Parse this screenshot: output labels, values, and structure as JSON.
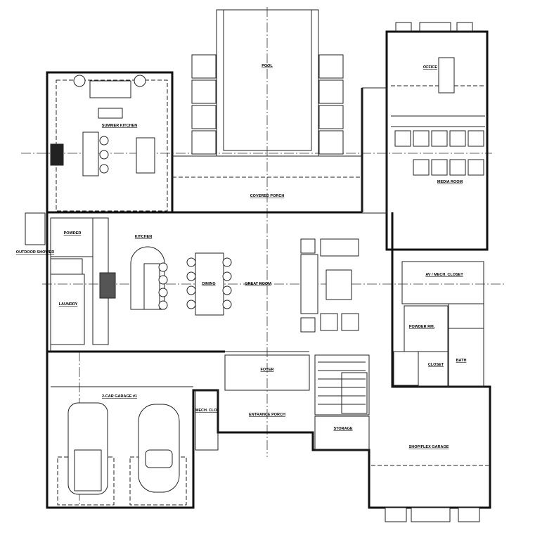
{
  "rooms": {
    "summer_kitchen": "SUMMER KITCHEN",
    "pool": "POOL",
    "covered_porch": "COVERED PORCH",
    "office": "OFFICE",
    "media_room": "MEDIA ROOM",
    "powder": "POWDER",
    "laundry": "LAUNDRY",
    "kitchen": "KITCHEN",
    "dining": "DINING",
    "great_room": "GREAT ROOM",
    "av_closet": "AV / MECH. CLOSET",
    "powder_rm": "POWDER RM.",
    "closet": "CLOSET",
    "bath": "BATH",
    "foyer": "FOYER",
    "entrance_porch": "ENTRANCE PORCH",
    "storage": "STORAGE",
    "garage": "2-CAR GARAGE #1",
    "mech_closet": "MECH. CLO.",
    "shop_garage": "SHOP/FLEX GARAGE",
    "outdoor_shower": "OUTDOOR SHOWER"
  }
}
